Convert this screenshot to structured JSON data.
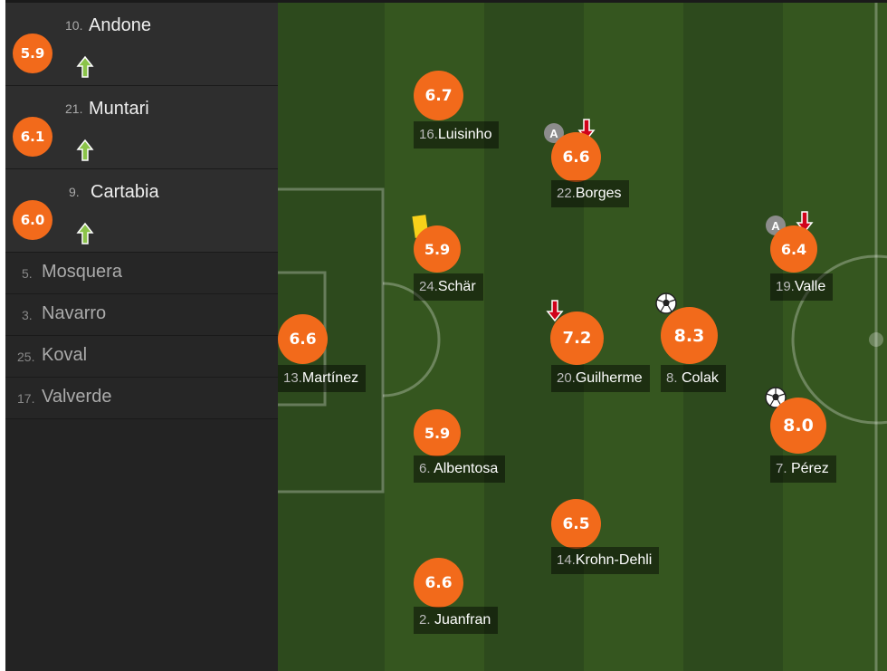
{
  "substitutes": [
    {
      "number": "10.",
      "name": "Andone",
      "rating": "5.9",
      "icon": "sub-in-arrow-icon"
    },
    {
      "number": "21.",
      "name": "Muntari",
      "rating": "6.1",
      "icon": "sub-in-arrow-icon"
    },
    {
      "number": "9.",
      "name": "Cartabia",
      "rating": "6.0",
      "icon": "sub-in-arrow-icon"
    }
  ],
  "bench": [
    {
      "number": "5.",
      "name": "Mosquera"
    },
    {
      "number": "3.",
      "name": "Navarro"
    },
    {
      "number": "25.",
      "name": "Koval"
    },
    {
      "number": "17.",
      "name": "Valverde"
    }
  ],
  "players": [
    {
      "number": "16.",
      "name": "Luisinho",
      "rating": "6.7"
    },
    {
      "number": "22.",
      "name": "Borges",
      "rating": "6.6",
      "assist": "A",
      "subbed_off": true
    },
    {
      "number": "24.",
      "name": "Schär",
      "rating": "5.9",
      "yellow_card": true
    },
    {
      "number": "19.",
      "name": "Valle",
      "rating": "6.4",
      "assist": "A",
      "subbed_off": true
    },
    {
      "number": "13.",
      "name": "Martínez",
      "rating": "6.6"
    },
    {
      "number": "20.",
      "name": "Guilherme",
      "rating": "7.2",
      "subbed_off": true
    },
    {
      "number": "8.",
      "name": "Colak",
      "rating": "8.3",
      "goal": true
    },
    {
      "number": "7.",
      "name": "Pérez",
      "rating": "8.0",
      "goal": true
    },
    {
      "number": "6.",
      "name": "Albentosa",
      "rating": "5.9"
    },
    {
      "number": "14.",
      "name": "Krohn-Dehli",
      "rating": "6.5"
    },
    {
      "number": "2.",
      "name": "Juanfran",
      "rating": "6.6"
    }
  ],
  "colors": {
    "rating": "#f26a1b",
    "sub_in_arrow": "#8bc34a",
    "sub_out_arrow": "#d0021b",
    "yellow_card": "#f7d11a",
    "pitch_dark": "#2d4a1d",
    "pitch_light": "#35561f"
  }
}
